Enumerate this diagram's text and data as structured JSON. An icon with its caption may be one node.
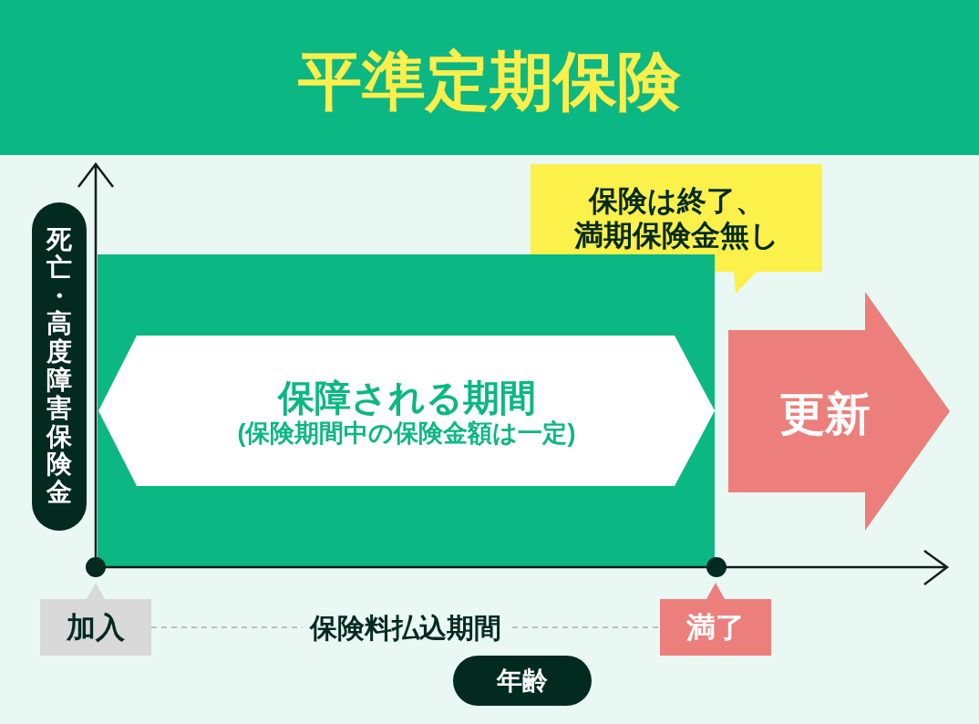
{
  "diagram": {
    "title": "平準定期保険",
    "nodes": [
      {
        "text": [
          "保険は終了、満期保険金無し"
        ]
      },
      {
        "text": [
          "死亡・高度障害保険金"
        ]
      },
      {
        "text": [],
        "shape": "box"
      },
      {
        "text": [
          "保障される期間",
          "(保険期間中の保険金額は一定)"
        ],
        "in": 2
      },
      {
        "text": [
          "更新"
        ]
      },
      {
        "text": [
          "加入"
        ]
      },
      {
        "text": [
          "満了"
        ]
      },
      {
        "text": [
          "年齢"
        ]
      }
    ],
    "edges": [
      {
        "from": 5,
        "to": 6,
        "arrow": "none",
        "style": "dashed",
        "label": "保険料払込期間"
      }
    ]
  }
}
